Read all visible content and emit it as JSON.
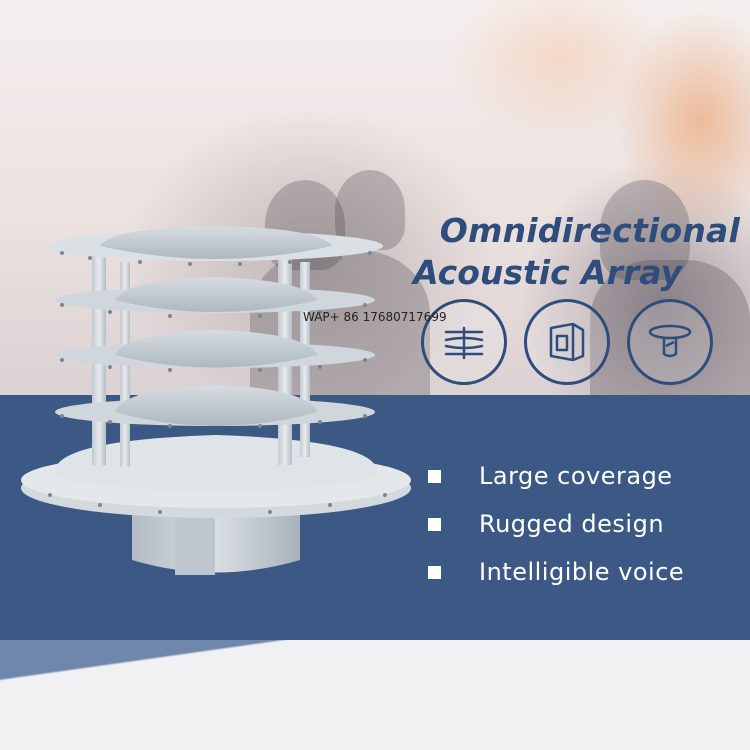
{
  "headline": {
    "line1": "Omnidirectional",
    "line2": "Acoustic Array"
  },
  "watermark": "WAP+ 86 17680717699",
  "features": [
    {
      "label": "Large coverage"
    },
    {
      "label": "Rugged design"
    },
    {
      "label": "Intelligible voice"
    }
  ],
  "icons": [
    {
      "name": "dispersion-waves-icon"
    },
    {
      "name": "rugged-housing-icon"
    },
    {
      "name": "mounting-disc-icon"
    }
  ],
  "colors": {
    "brand_blue": "#2f4d7c",
    "band_blue": "#3c5885",
    "product_gray": "#c9d0d6"
  }
}
